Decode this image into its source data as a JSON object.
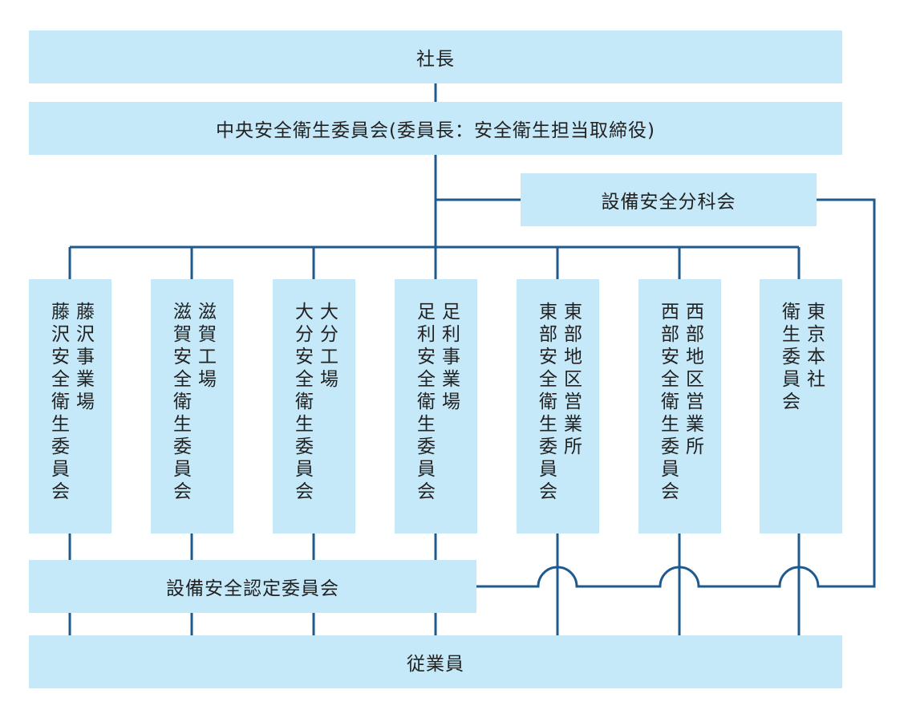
{
  "president": "社長",
  "central_committee": "中央安全衛生委員会(委員長：安全衛生担当取締役)",
  "equipment_subcommittee": "設備安全分科会",
  "sites": [
    {
      "name": "藤沢事業場",
      "committee": "藤沢安全衛生委員会"
    },
    {
      "name": "滋賀工場",
      "committee": "滋賀安全衛生委員会"
    },
    {
      "name": "大分工場",
      "committee": "大分安全衛生委員会"
    },
    {
      "name": "足利事業場",
      "committee": "足利安全衛生委員会"
    },
    {
      "name": "東部地区営業所",
      "committee": "東部安全衛生委員会"
    },
    {
      "name": "西部地区営業所",
      "committee": "西部安全衛生委員会"
    },
    {
      "name": "東京本社",
      "committee": "衛生委員会"
    }
  ],
  "certification_committee": "設備安全認定委員会",
  "employees": "従業員",
  "colors": {
    "box_fill": "#c6e9f9",
    "line": "#1f5a8f"
  }
}
